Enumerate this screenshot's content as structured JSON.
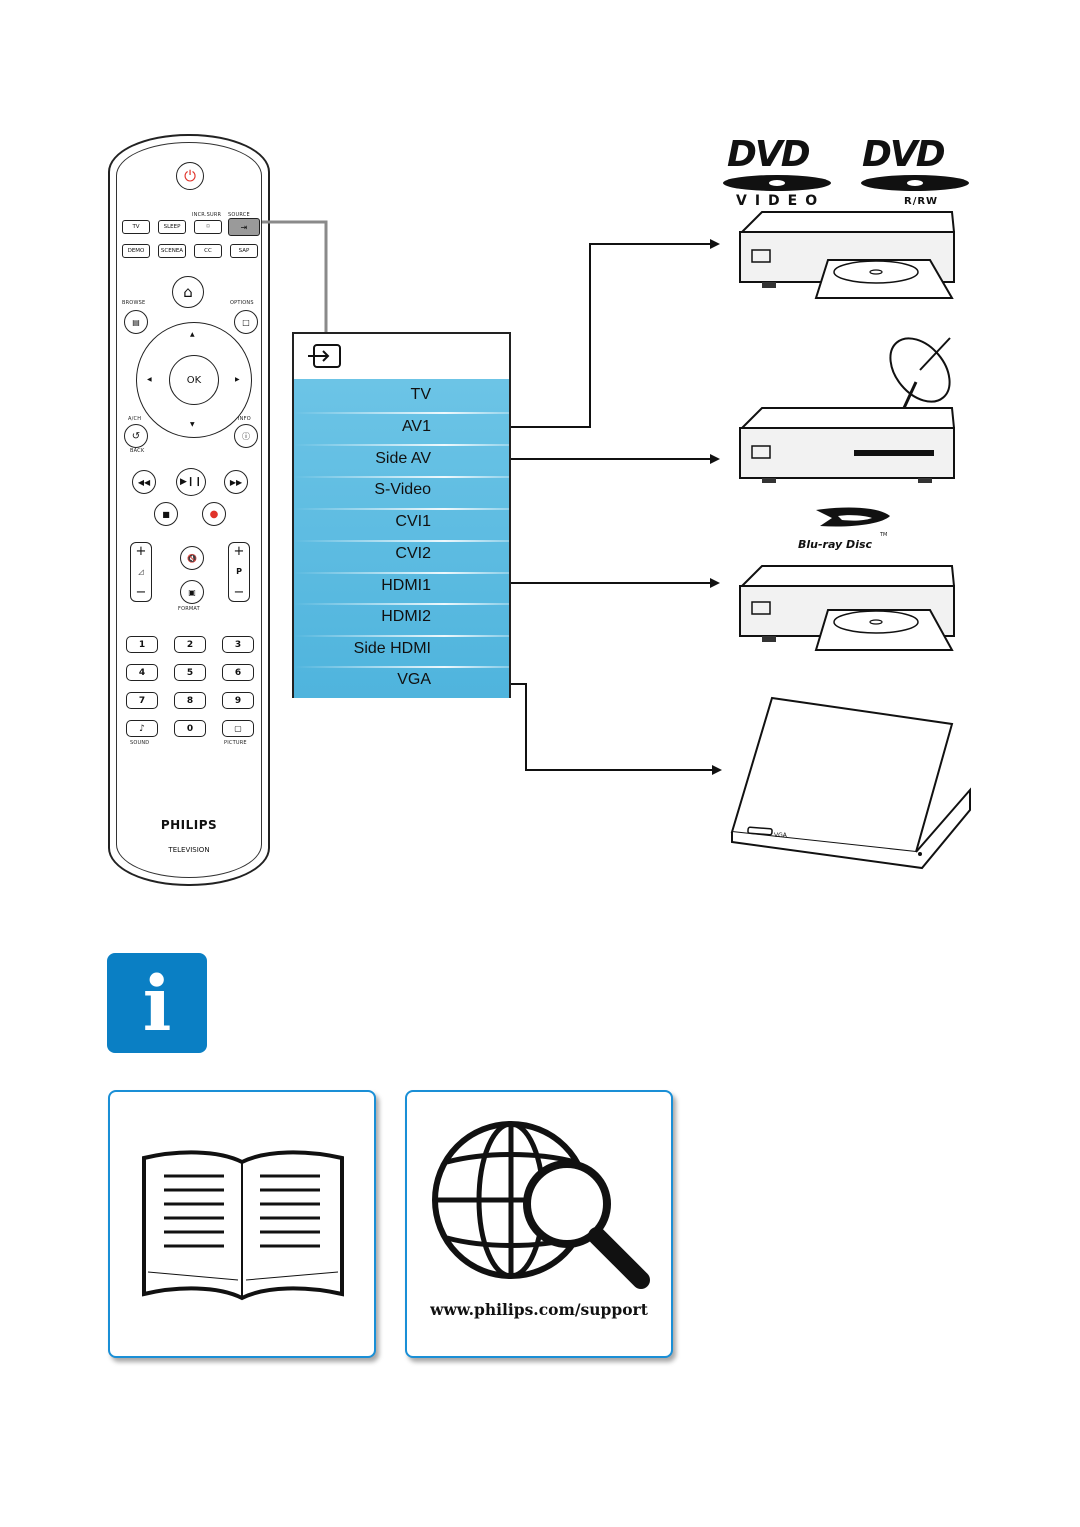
{
  "remote": {
    "labels": {
      "incr_surr": "INCR.SURR",
      "source": "SOURCE",
      "tv": "TV",
      "sleep": "SLEEP",
      "demo": "DEMO",
      "scenea": "SCENEA",
      "cc": "CC",
      "sap": "SAP",
      "browse": "BROWSE",
      "options": "OPTIONS",
      "ok": "OK",
      "ach": "A/CH",
      "info": "INFO",
      "back": "BACK",
      "format": "FORMAT",
      "p": "P",
      "sound": "SOUND",
      "picture": "PICTURE"
    },
    "number_keys": [
      "1",
      "2",
      "3",
      "4",
      "5",
      "6",
      "7",
      "8",
      "9",
      "0"
    ],
    "brand": "PHILIPS",
    "product": "TELEVISION",
    "power_color": "#e0332a",
    "record_color": "#e0332a"
  },
  "source_menu": {
    "items": [
      "TV",
      "AV1",
      "Side AV",
      "S-Video",
      "CVI1",
      "CVI2",
      "HDMI1",
      "HDMI2",
      "Side HDMI",
      "VGA"
    ],
    "list_color": "#5bbbe1"
  },
  "devices": {
    "dvd_video": {
      "logo": "DVD",
      "sub": "VIDEO"
    },
    "dvd_rw": {
      "logo": "DVD",
      "sub": "R/RW"
    },
    "bluray": {
      "logo_text": "Blu-ray Disc",
      "tm": "TM"
    },
    "laptop": {
      "port_label": "VGA"
    }
  },
  "info": {
    "symbol": "i",
    "badge_color": "#0a7fc4",
    "support_url": "www.philips.com/support"
  }
}
